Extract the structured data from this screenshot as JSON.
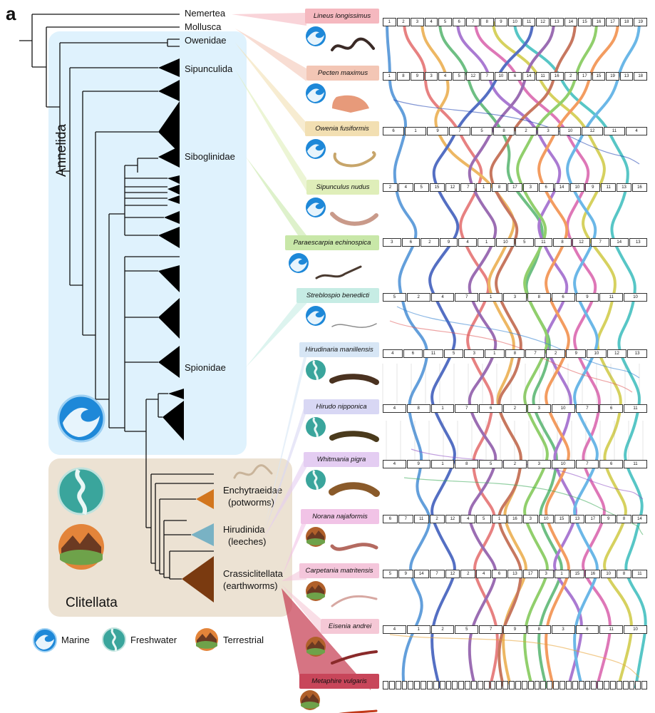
{
  "panel_letter": "a",
  "top_taxa": {
    "nemertea": "Nemertea",
    "mollusca": "Mollusca",
    "owenidae": "Owenidae"
  },
  "clades": {
    "annelida": "Annelida",
    "sipunculida": "Sipunculida",
    "siboglinidae": "Siboglinidae",
    "spionidae": "Spionidae",
    "clitellata": "Clitellata",
    "enchytraeidae": "Enchytraeidae",
    "enchytraeidae_common": "(potworms)",
    "hirudinida": "Hirudinida",
    "hirudinida_common": "(leeches)",
    "crassiclitellata": "Crassiclitellata",
    "crassiclitellata_common": "(earthworms)"
  },
  "species": [
    {
      "name": "Lineus longissimus",
      "habitat": "marine",
      "chromosomes": [
        "1",
        "2",
        "3",
        "4",
        "5",
        "6",
        "7",
        "8",
        "9",
        "10",
        "11",
        "12",
        "13",
        "14",
        "15",
        "16",
        "17",
        "18",
        "19"
      ]
    },
    {
      "name": "Pecten maximus",
      "habitat": "marine",
      "chromosomes": [
        "1",
        "8",
        "9",
        "3",
        "4",
        "5",
        "12",
        "7",
        "10",
        "6",
        "14",
        "11",
        "16",
        "2",
        "17",
        "15",
        "19",
        "13",
        "18"
      ]
    },
    {
      "name": "Owenia fusiformis",
      "habitat": "marine",
      "chromosomes": [
        "6",
        "1",
        "9",
        "7",
        "5",
        "8",
        "2",
        "3",
        "10",
        "12",
        "11",
        "4"
      ]
    },
    {
      "name": "Sipunculus nudus",
      "habitat": "marine",
      "chromosomes": [
        "2",
        "4",
        "5",
        "15",
        "12",
        "7",
        "1",
        "8",
        "17",
        "3",
        "6",
        "14",
        "10",
        "9",
        "11",
        "13",
        "16"
      ]
    },
    {
      "name": "Paraescarpia echinospica",
      "habitat": "marine",
      "chromosomes": [
        "3",
        "6",
        "2",
        "9",
        "4",
        "1",
        "10",
        "5",
        "11",
        "8",
        "12",
        "7",
        "14",
        "13"
      ]
    },
    {
      "name": "Streblospio benedicti",
      "habitat": "marine",
      "chromosomes": [
        "5",
        "2",
        "4",
        "7",
        "1",
        "3",
        "8",
        "6",
        "9",
        "11",
        "10"
      ]
    },
    {
      "name": "Hirudinaria manillensis",
      "habitat": "freshwater",
      "chromosomes": [
        "4",
        "6",
        "11",
        "5",
        "3",
        "1",
        "8",
        "7",
        "2",
        "9",
        "10",
        "12",
        "13"
      ]
    },
    {
      "name": "Hirudo nipponica",
      "habitat": "freshwater",
      "chromosomes": [
        "4",
        "8",
        "1",
        "7",
        "6",
        "2",
        "3",
        "10",
        "7",
        "6",
        "11"
      ]
    },
    {
      "name": "Whitmania pigra",
      "habitat": "freshwater",
      "chromosomes": [
        "4",
        "9",
        "1",
        "8",
        "5",
        "2",
        "3",
        "10",
        "7",
        "6",
        "11"
      ]
    },
    {
      "name": "Norana najaformis",
      "habitat": "terrestrial",
      "chromosomes": [
        "6",
        "7",
        "11",
        "2",
        "12",
        "4",
        "5",
        "1",
        "16",
        "3",
        "10",
        "15",
        "13",
        "17",
        "9",
        "8",
        "14"
      ]
    },
    {
      "name": "Carpetania matritensis",
      "habitat": "terrestrial",
      "chromosomes": [
        "5",
        "9",
        "14",
        "7",
        "12",
        "2",
        "4",
        "6",
        "13",
        "17",
        "3",
        "1",
        "15",
        "16",
        "10",
        "8",
        "11"
      ]
    },
    {
      "name": "Eisenia andrei",
      "habitat": "terrestrial",
      "chromosomes": [
        "4",
        "1",
        "2",
        "5",
        "7",
        "9",
        "8",
        "3",
        "6",
        "11",
        "10"
      ]
    },
    {
      "name": "Metaphire vulgaris",
      "habitat": "terrestrial",
      "chromosomes": [
        "",
        "",
        "",
        "",
        "",
        "",
        "",
        "",
        "",
        "",
        "",
        "",
        "",
        "",
        "",
        "",
        "",
        "",
        "",
        "",
        "",
        "",
        "",
        "",
        "",
        "",
        "",
        "",
        "",
        "",
        "",
        "",
        "",
        "",
        "",
        "",
        "",
        "",
        "",
        "",
        "",
        ""
      ]
    }
  ],
  "legend": {
    "marine": "Marine",
    "freshwater": "Freshwater",
    "terrestrial": "Terrestrial"
  },
  "colors": {
    "annelida_bg": "#dff2fd",
    "clitellata_bg": "#ece2d3",
    "marine_icon": "#1e88d8",
    "freshwater_icon": "#3aa59c",
    "terrestrial_icon": "#b0602a",
    "enchytraeidae_triangle": "#d2761e",
    "hirudinida_triangle": "#79b2c4",
    "crassiclitellata_triangle": "#7a3a10",
    "clade_triangle": "#000000"
  }
}
